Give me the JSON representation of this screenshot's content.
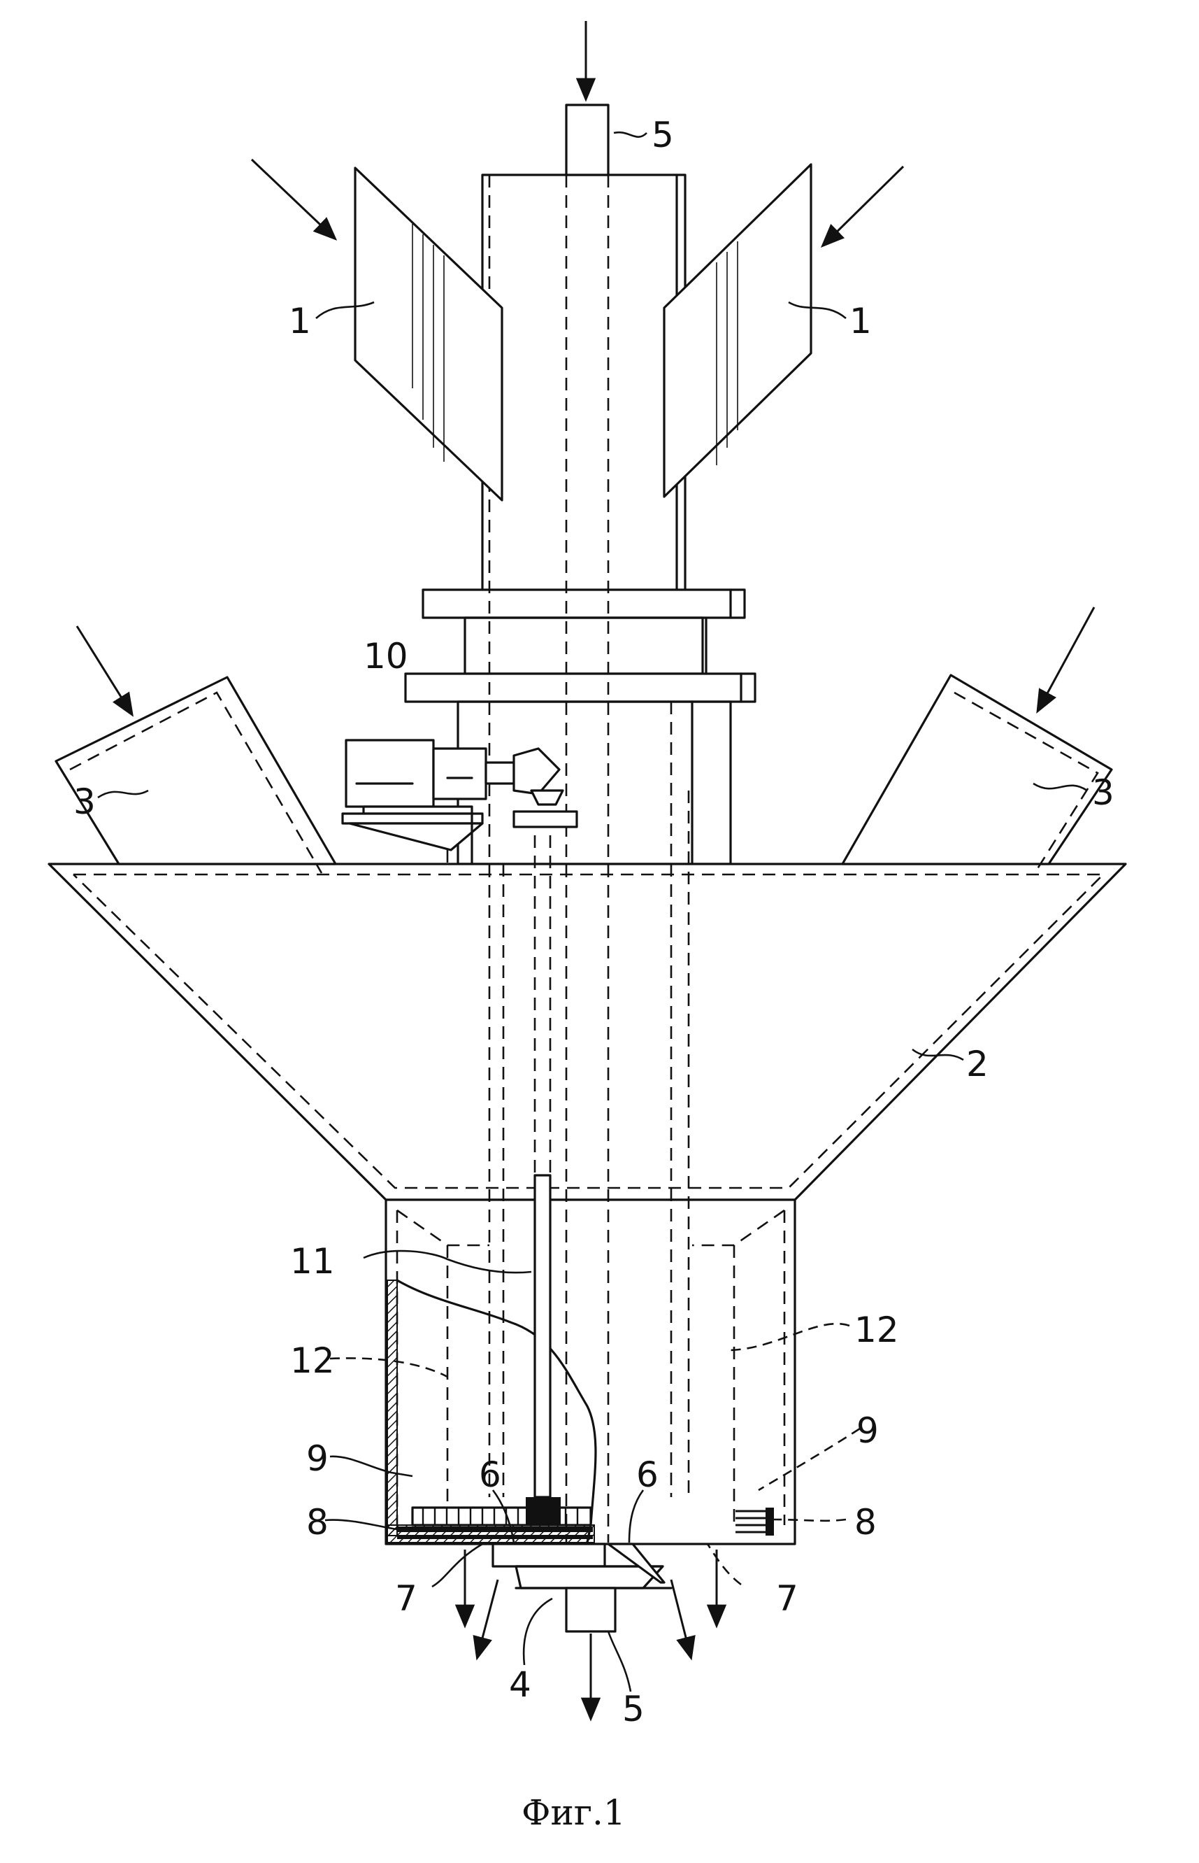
{
  "labels": {
    "nozzle": "1",
    "cone": "2",
    "inlet": "3",
    "deflector": "4",
    "shaft": "5",
    "opening": "6",
    "outlet": "7",
    "disc": "8",
    "gear": "9",
    "motor": "10",
    "drive_shaft": "11",
    "chamber": "12"
  },
  "caption": "Фиг.1"
}
